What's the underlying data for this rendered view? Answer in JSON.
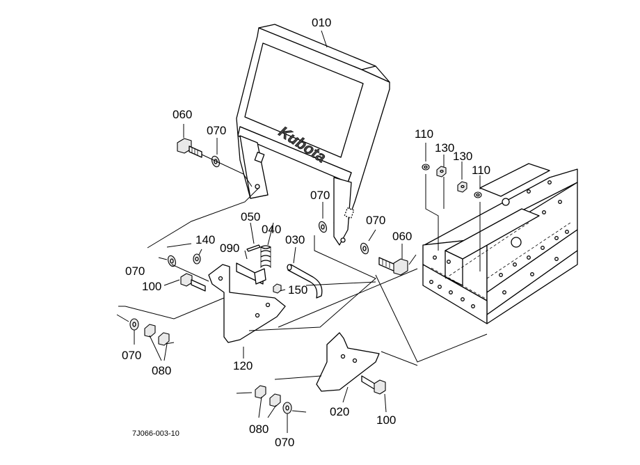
{
  "callouts": {
    "c010": "010",
    "c060a": "060",
    "c070a": "070",
    "c110a": "110",
    "c130a": "130",
    "c130b": "130",
    "c110b": "110",
    "c070b": "070",
    "c050": "050",
    "c040": "040",
    "c030": "030",
    "c070c": "070",
    "c060b": "060",
    "c140": "140",
    "c090": "090",
    "c070d": "070",
    "c100a": "100",
    "c150": "150",
    "c070e": "070",
    "c080a": "080",
    "c120": "120",
    "c020": "020",
    "c100b": "100",
    "c080b": "080",
    "c070f": "070"
  },
  "brand_logo": "Kubota",
  "figure_id": "7J066-003-10"
}
